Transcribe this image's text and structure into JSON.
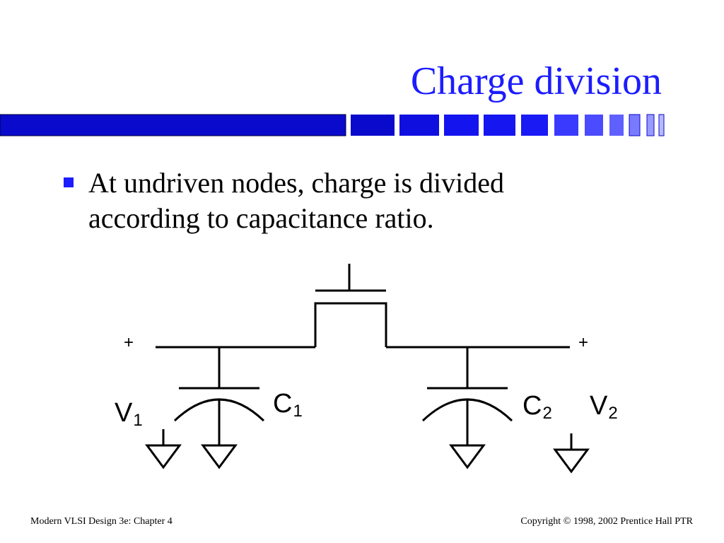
{
  "slide": {
    "title": "Charge division",
    "bullet": "At undriven nodes, charge is divided according to capacitance ratio."
  },
  "circuit": {
    "plus_left": "+",
    "plus_right": "+",
    "v1": {
      "base": "V",
      "sub": "1"
    },
    "c1": {
      "base": "C",
      "sub": "1"
    },
    "c2": {
      "base": "C",
      "sub": "2"
    },
    "v2": {
      "base": "V",
      "sub": "2"
    }
  },
  "footer": {
    "left": "Modern VLSI Design 3e: Chapter 4",
    "right": "Copyright © 1998, 2002 Prentice Hall PTR"
  },
  "colors": {
    "accent": "#1c1cff",
    "bar_dark": "#0a0acc",
    "bar_light": "#5a5aff"
  }
}
